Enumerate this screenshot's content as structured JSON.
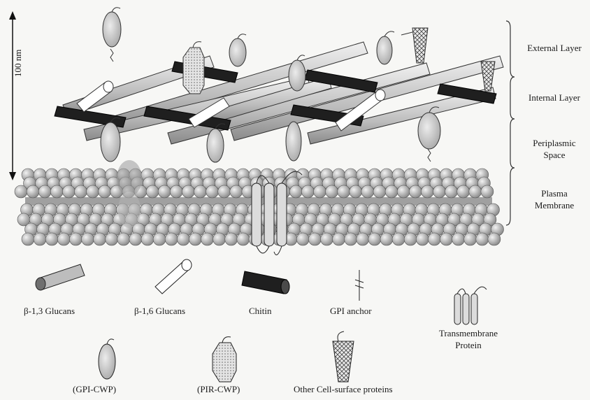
{
  "scale_label": "100 nm",
  "layers": {
    "external": "External Layer",
    "internal": "Internal Layer",
    "periplasmic_line1": "Periplasmic",
    "periplasmic_line2": "Space",
    "plasma_line1": "Plasma",
    "plasma_line2": "Membrane"
  },
  "legend": {
    "b13": "β-1,3 Glucans",
    "b16": "β-1,6 Glucans",
    "chitin": "Chitin",
    "gpi_anchor": "GPI anchor",
    "transmembrane_line1": "Transmembrane",
    "transmembrane_line2": "Protein",
    "gpi_cwp": "(GPI-CWP)",
    "pir_cwp": "(PIR-CWP)",
    "other": "Other Cell-surface proteins"
  },
  "colors": {
    "background": "#f7f7f5",
    "glucan": "#c8c8c8",
    "chitin": "#1f1f1f",
    "protein": "#d0d0d0",
    "lipid": "#bdbdbd"
  }
}
